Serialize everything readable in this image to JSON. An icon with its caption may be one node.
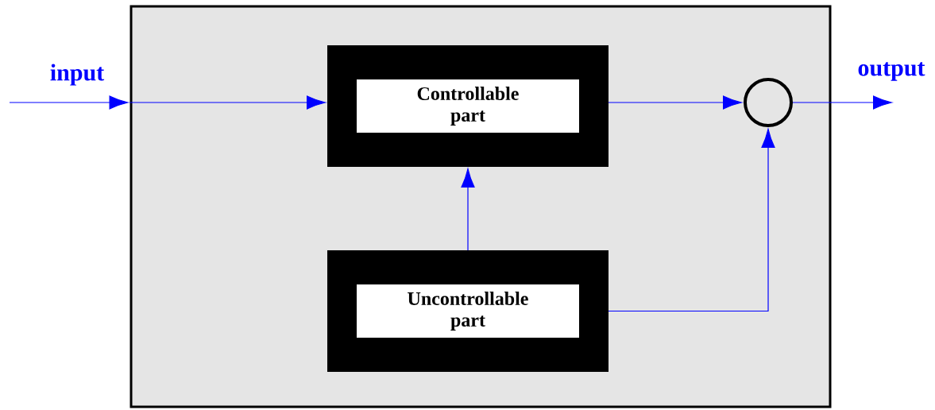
{
  "diagram": {
    "nodes": [
      {
        "text": [],
        "shape": "box"
      },
      {
        "text": [
          "Controllable part"
        ],
        "in": 0
      },
      {
        "text": [
          "Uncontrollable part"
        ],
        "in": 0
      },
      {
        "text": [],
        "shape": "circle",
        "in": 0
      }
    ],
    "edges": [
      {
        "from": null,
        "to": 0,
        "arrow": "to"
      },
      {
        "from": 0,
        "to": 1,
        "arrow": "to"
      },
      {
        "from": 2,
        "to": 1,
        "arrow": "to"
      },
      {
        "from": 1,
        "to": 3,
        "arrow": "to"
      },
      {
        "from": 2,
        "to": 3,
        "arrow": "to"
      },
      {
        "from": 3,
        "to": null,
        "arrow": "to"
      }
    ],
    "labels": [
      "input",
      "output"
    ]
  }
}
